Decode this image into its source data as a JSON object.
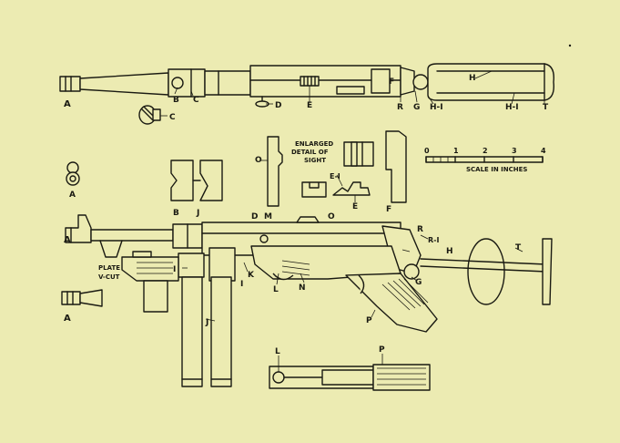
{
  "colors": {
    "background": "#ecebb2",
    "ink": "#1a1a12"
  },
  "title_lines": [
    "ENLARGED",
    "DETAIL OF",
    "SIGHT"
  ],
  "scale": {
    "ticks": [
      "0",
      "1",
      "2",
      "3",
      "4"
    ],
    "label": "SCALE IN INCHES"
  },
  "labels": {
    "A": "A",
    "B": "B",
    "C": "C",
    "D": "D",
    "E": "E",
    "E1": "E-I",
    "F": "F",
    "G": "G",
    "H": "H",
    "H1": "H-I",
    "I": "I",
    "J": "J",
    "K": "K",
    "L": "L",
    "M": "M",
    "N": "N",
    "O": "O",
    "P": "P",
    "R": "R",
    "R1": "R-I",
    "T": "T",
    "plate": "PLATE",
    "vcut": "V-CUT"
  }
}
